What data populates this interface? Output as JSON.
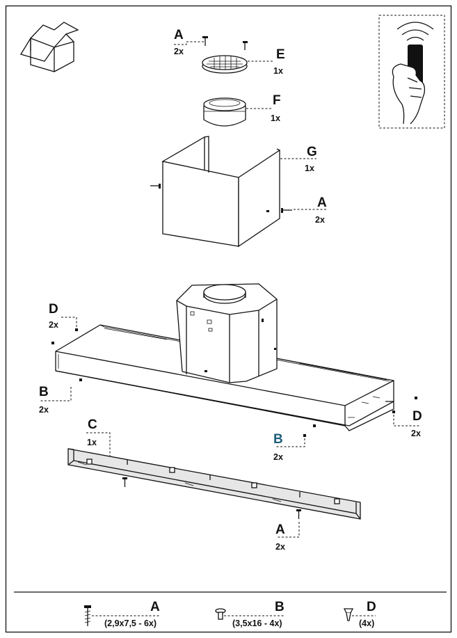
{
  "parts": {
    "A": {
      "letter": "A",
      "qty_top": "2x",
      "qty_side": "2x",
      "qty_bottom": "2x"
    },
    "B": {
      "letter": "B",
      "qty_left": "2x",
      "qty_right": "2x"
    },
    "C": {
      "letter": "C",
      "qty": "1x"
    },
    "D": {
      "letter": "D",
      "qty_left": "2x",
      "qty_right": "2x"
    },
    "E": {
      "letter": "E",
      "qty": "1x"
    },
    "F": {
      "letter": "F",
      "qty": "1x"
    },
    "G": {
      "letter": "G",
      "qty": "1x"
    }
  },
  "legend": [
    {
      "letter": "A",
      "spec": "(2,9x7,5 - 6x)",
      "icon": "screw-icon"
    },
    {
      "letter": "B",
      "spec": "(3,5x16 - 4x)",
      "icon": "bolt-icon"
    },
    {
      "letter": "D",
      "spec": "(4x)",
      "icon": "plug-icon"
    }
  ],
  "icons": [
    "box-icon",
    "remote-control-icon",
    "wifi-signal-icon"
  ],
  "colors": {
    "line": "#111111",
    "highlight_B": "#1f5f7a",
    "panel_fill": "#e6e6e6"
  }
}
